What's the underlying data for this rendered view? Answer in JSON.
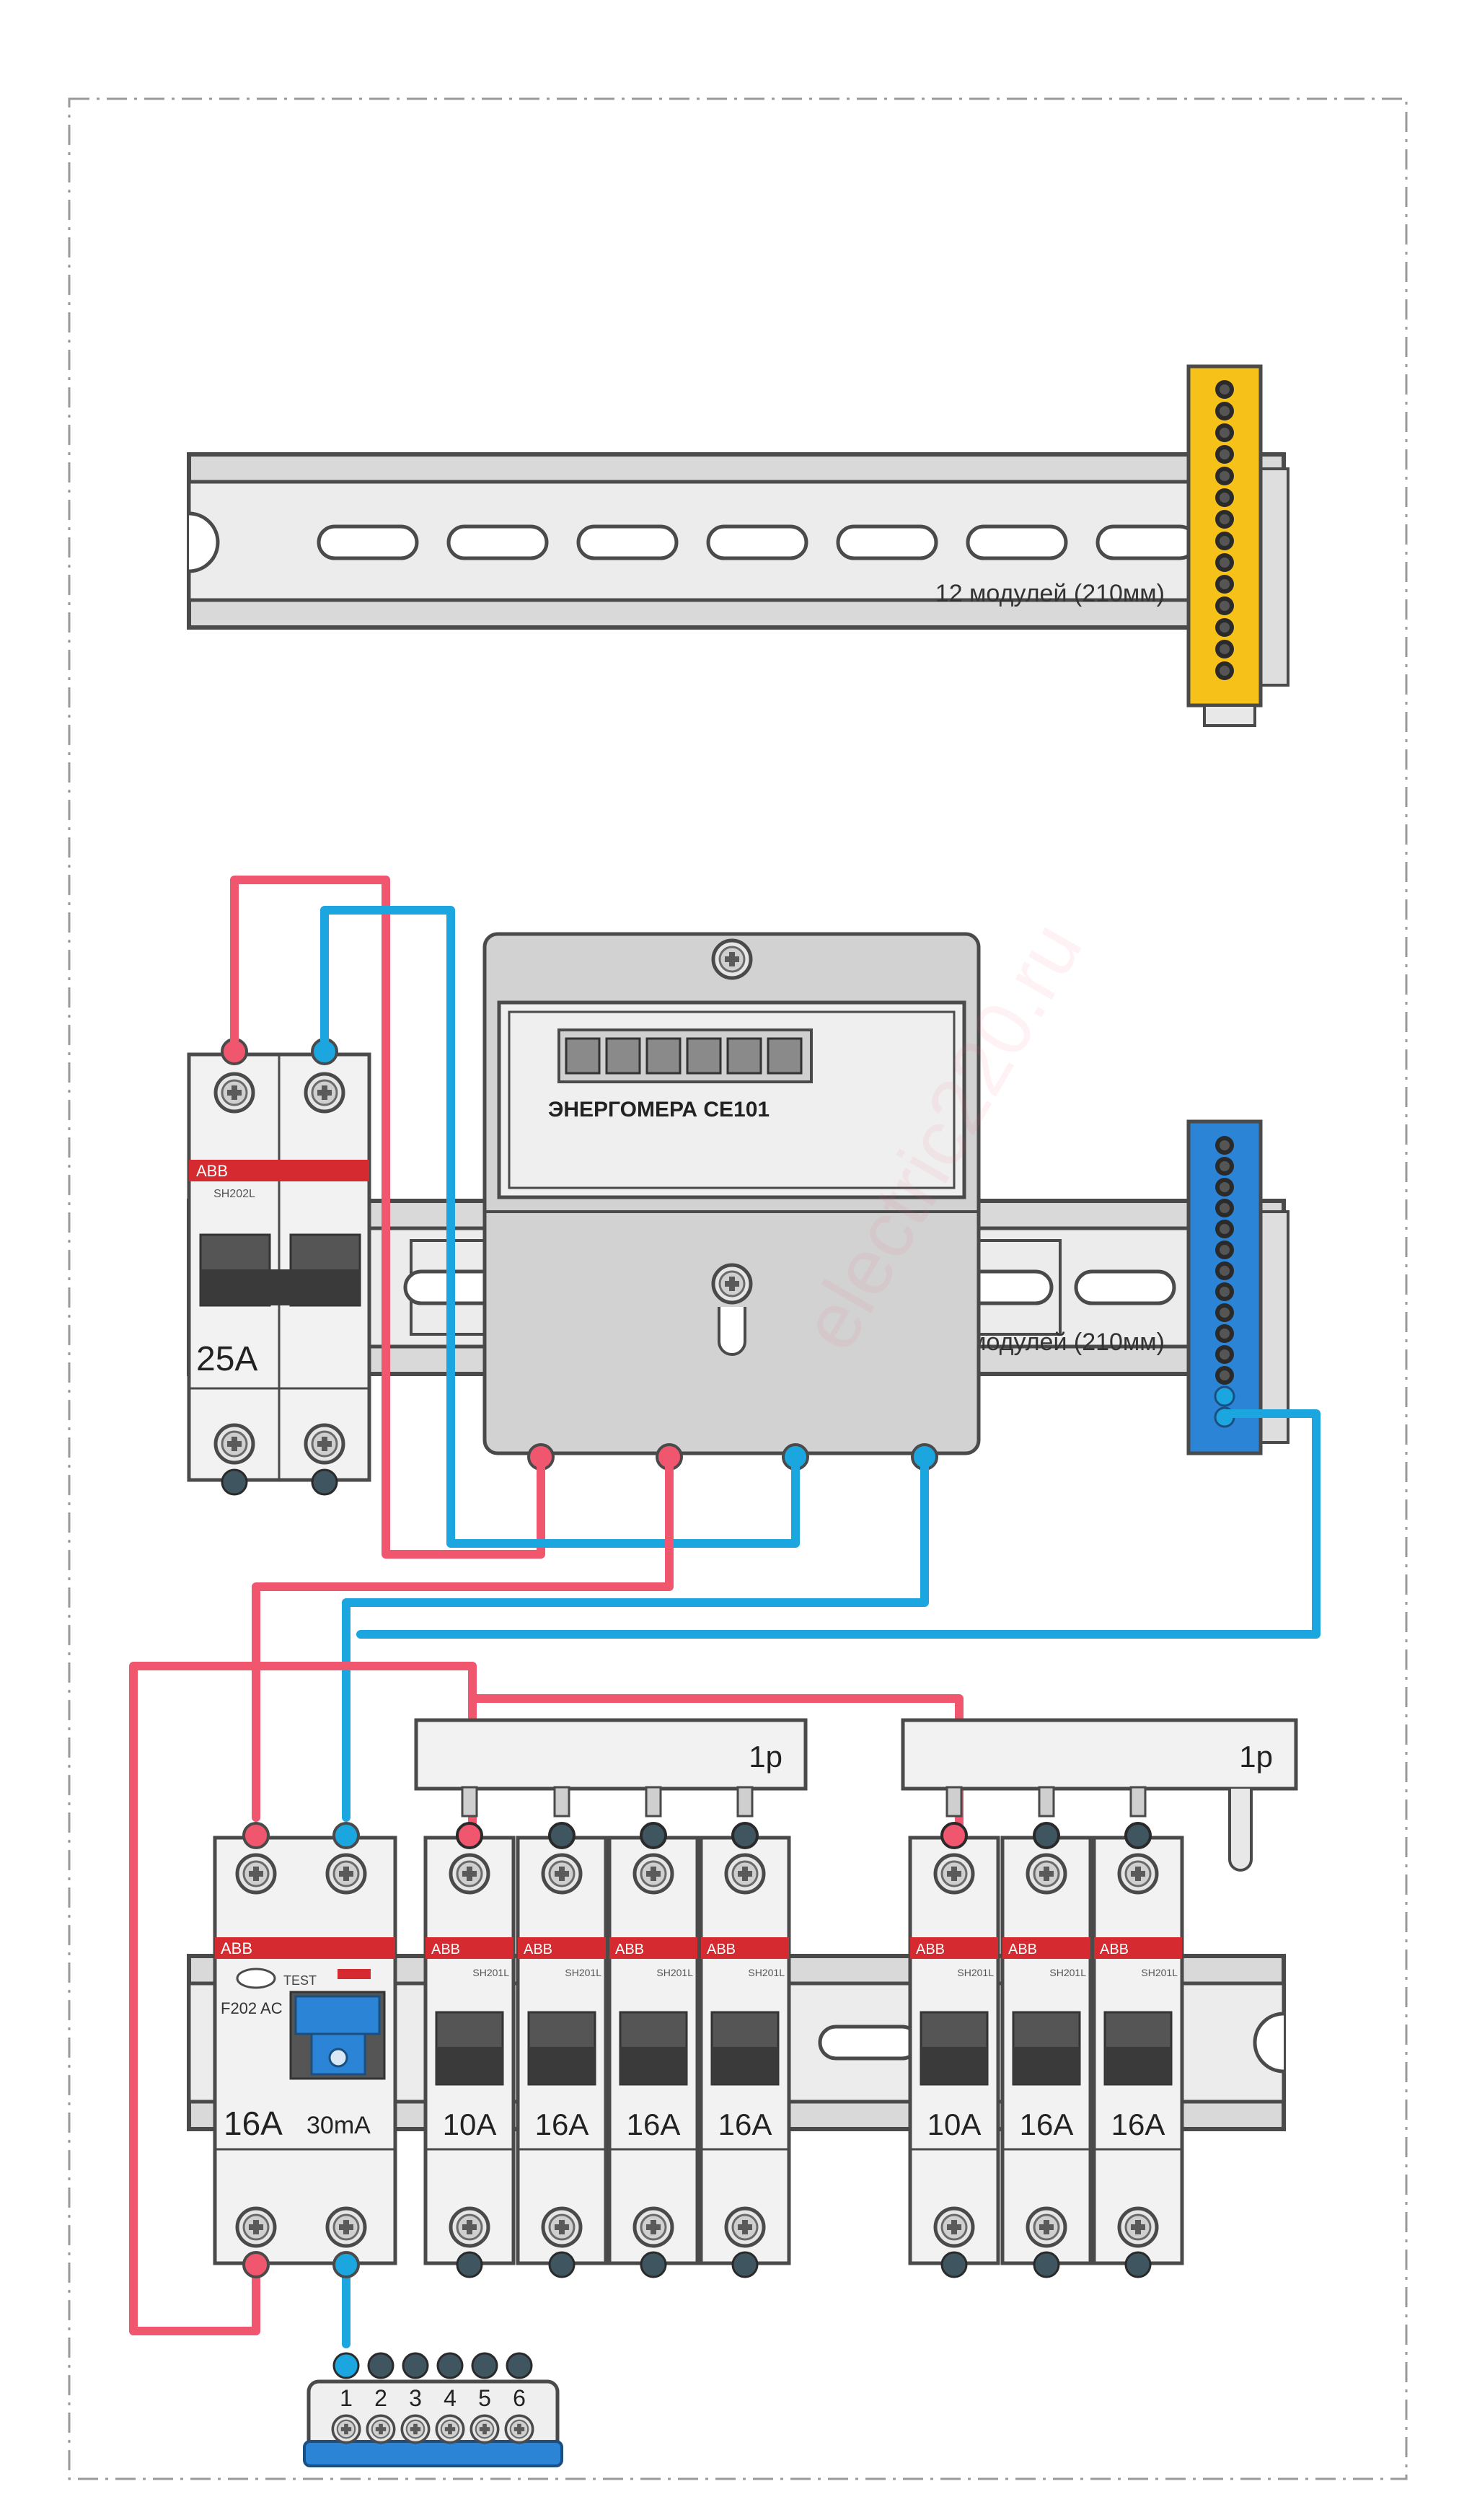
{
  "colors": {
    "phase_wire": "#f0566e",
    "neutral_wire": "#1ba6df",
    "ground_bus": "#f6c21a",
    "neutral_bus": "#2b84d6",
    "abb_stripe": "#d42a30",
    "breaker_body": "#f2f2f2",
    "rail": "#d9d9d9"
  },
  "rail_top": {
    "label": "12 модулей (210мм)"
  },
  "rail_middle": {
    "label": "модулей (210мм)"
  },
  "main_breaker": {
    "brand": "ABB",
    "model": "SH202L",
    "rating": "25A"
  },
  "meter": {
    "title": "ЭНЕРГОМЕРА CE101",
    "digit_count": 6
  },
  "rcd": {
    "brand": "ABB",
    "model": "F202 AC",
    "test_label": "TEST",
    "rating": "16A",
    "sensitivity": "30mA"
  },
  "busbars": [
    {
      "label": "1p"
    },
    {
      "label": "1p"
    }
  ],
  "breakers": [
    {
      "brand": "ABB",
      "model": "SH201L",
      "rating": "10A"
    },
    {
      "brand": "ABB",
      "model": "SH201L",
      "rating": "16A"
    },
    {
      "brand": "ABB",
      "model": "SH201L",
      "rating": "16A"
    },
    {
      "brand": "ABB",
      "model": "SH201L",
      "rating": "16A"
    },
    {
      "brand": "ABB",
      "model": "SH201L",
      "rating": "10A"
    },
    {
      "brand": "ABB",
      "model": "SH201L",
      "rating": "16A"
    },
    {
      "brand": "ABB",
      "model": "SH201L",
      "rating": "16A"
    }
  ],
  "terminal_block": {
    "numbers": [
      "1",
      "2",
      "3",
      "4",
      "5",
      "6"
    ]
  },
  "watermark": "electric220.ru"
}
